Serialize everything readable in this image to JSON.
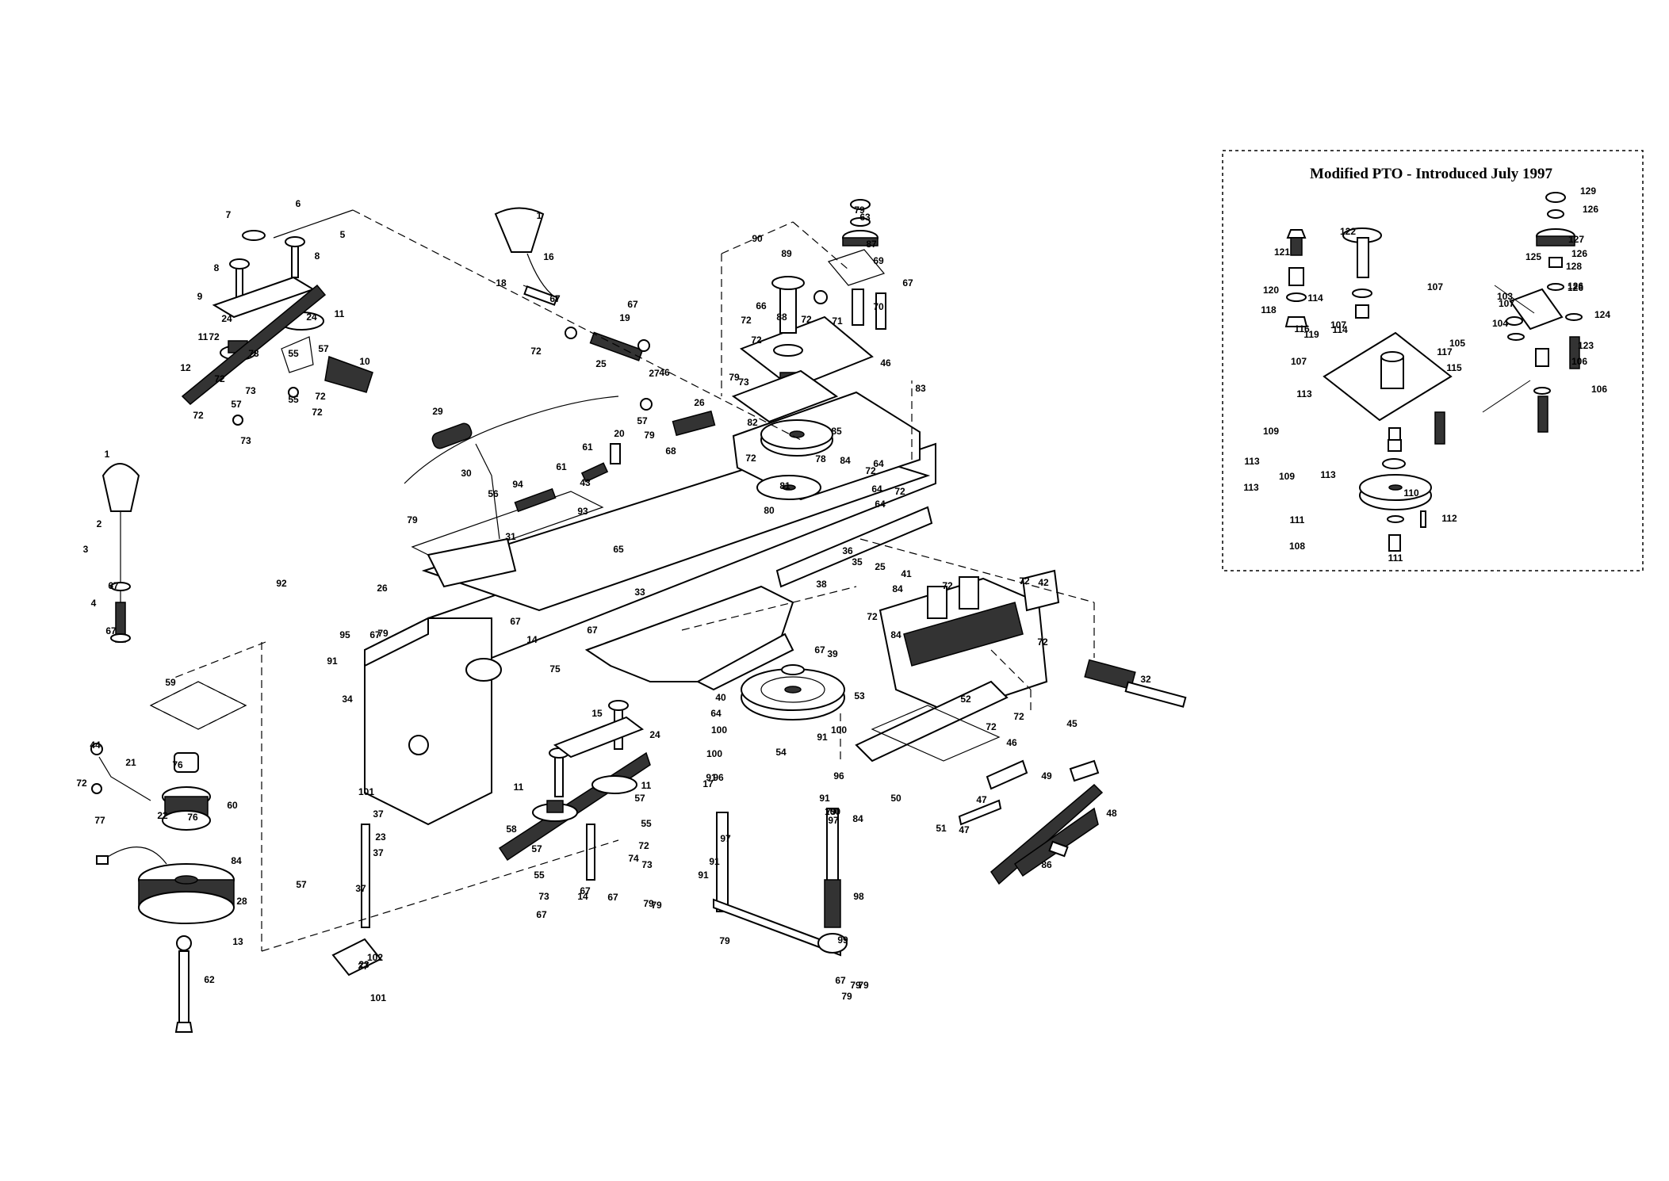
{
  "inset": {
    "title": "Modified PTO - Introduced July 1997"
  },
  "callouts": [
    "1",
    "2",
    "3",
    "4",
    "5",
    "6",
    "7",
    "8",
    "9",
    "10",
    "11",
    "12",
    "13",
    "14",
    "15",
    "16",
    "17",
    "18",
    "19",
    "20",
    "21",
    "22",
    "23",
    "24",
    "25",
    "26",
    "27",
    "28",
    "29",
    "30",
    "31",
    "32",
    "33",
    "34",
    "35",
    "36",
    "37",
    "38",
    "39",
    "40",
    "41",
    "42",
    "43",
    "44",
    "45",
    "46",
    "47",
    "48",
    "49",
    "50",
    "51",
    "52",
    "53",
    "54",
    "55",
    "56",
    "57",
    "58",
    "59",
    "60",
    "61",
    "62",
    "63",
    "64",
    "65",
    "66",
    "67",
    "68",
    "69",
    "70",
    "71",
    "72",
    "73",
    "74",
    "75",
    "76",
    "77",
    "78",
    "79",
    "80",
    "81",
    "82",
    "83",
    "84",
    "85",
    "86",
    "87",
    "88",
    "89",
    "90",
    "91",
    "92",
    "93",
    "94",
    "95",
    "96",
    "97",
    "98",
    "99",
    "100",
    "101",
    "102",
    "103",
    "104",
    "105",
    "106",
    "107",
    "108",
    "109",
    "110",
    "111",
    "112",
    "113",
    "114",
    "115",
    "116",
    "117",
    "118",
    "119",
    "120",
    "121",
    "122",
    "123",
    "124",
    "125",
    "126",
    "127",
    "128",
    "129"
  ]
}
